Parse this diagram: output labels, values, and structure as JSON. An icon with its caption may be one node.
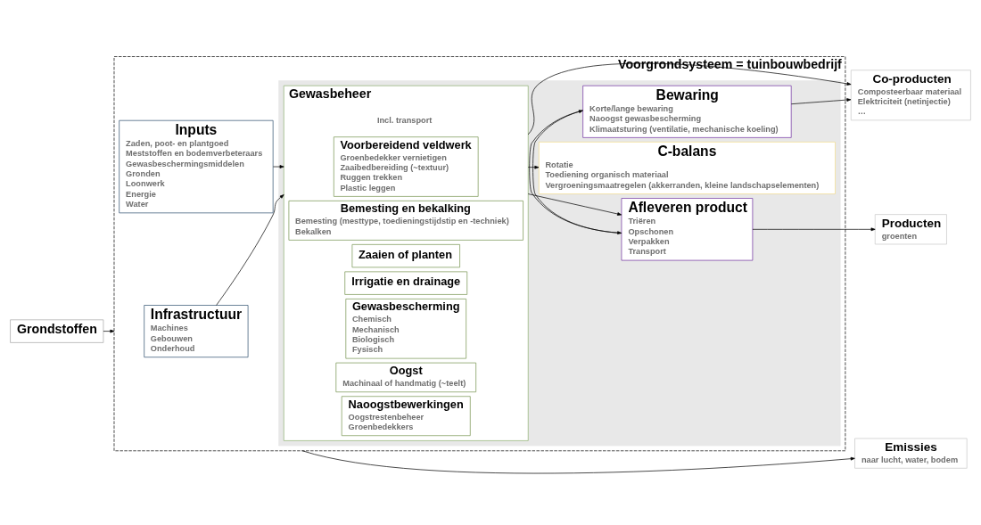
{
  "diagram": {
    "nodes": [
      {
        "text": [
          "Grondstoffen"
        ]
      },
      {
        "text": [
          "Voorgrondsysteem = tuinbouwbedrijf"
        ]
      },
      {
        "text": [
          "Infrastructuur",
          "Machines",
          "Gebouwen",
          "Onderhoud"
        ],
        "in": 1
      },
      {
        "text": [
          "Inputs",
          "Zaden, poot- en plantgoed",
          "Meststoffen en bodemverbeteraars",
          "Gewasbeschermingsmiddelen",
          "Gronden",
          "Loonwerk",
          "Energie",
          "Water"
        ],
        "in": 1
      },
      {
        "text": [],
        "shape": "box",
        "in": 1
      },
      {
        "text": [
          "Gewasbeheer",
          "Incl. transport"
        ],
        "in": 4
      },
      {
        "text": [
          "Voorbereidend veldwerk",
          "Groenbedekker vernietigen",
          "Zaaibedbereiding (~textuur)",
          "Ruggen trekken",
          "Plastic leggen"
        ],
        "in": 5
      },
      {
        "text": [
          "Bemesting en bekalking",
          "Bemesting (mesttype, toedieningstijdstip en -techniek)",
          "Bekalken"
        ],
        "in": 5
      },
      {
        "text": [
          "Zaaien of planten"
        ],
        "in": 5
      },
      {
        "text": [
          "Irrigatie en drainage"
        ],
        "in": 5
      },
      {
        "text": [
          "Gewasbescherming",
          "Chemisch",
          "Mechanisch",
          "Biologisch",
          "Fysisch"
        ],
        "in": 5
      },
      {
        "text": [
          "Oogst",
          "Machinaal of handmatig (~teelt)"
        ],
        "in": 5
      },
      {
        "text": [
          "Naoogstbewerkingen",
          "Oogstrestenbeheer",
          "Groenbedekkers"
        ],
        "in": 5
      },
      {
        "text": [
          "Bewaring",
          "Korte/lange bewaring",
          "Naoogst gewasbescherming",
          "Klimaatsturing (ventilatie, mechanische koeling)"
        ],
        "in": 4
      },
      {
        "text": [
          "Afleveren product",
          "Triëren",
          "Opschonen",
          "Verpakken",
          "Transport"
        ],
        "in": 4
      },
      {
        "text": [
          "C-balans",
          "Rotatie",
          "Toediening organisch materiaal",
          "Vergroeningsmaatregelen (akkerranden, kleine landschapselementen)"
        ],
        "in": 4
      },
      {
        "text": [
          "Co-producten",
          "Composteerbaar materiaal",
          "Elektriciteit (netinjectie)",
          "…"
        ]
      },
      {
        "text": [
          "Producten",
          "groenten"
        ]
      },
      {
        "text": [
          "Emissies",
          "naar lucht, water, bodem"
        ]
      }
    ],
    "edges": [
      {
        "from": 0,
        "to": 1,
        "arrow": "to"
      },
      {
        "from": 2,
        "to": 5,
        "arrow": "to"
      },
      {
        "from": 3,
        "to": 5,
        "arrow": "to"
      },
      {
        "from": 5,
        "to": 16,
        "arrow": "to"
      },
      {
        "from": 5,
        "to": 14,
        "arrow": "to"
      },
      {
        "from": 5,
        "to": 15,
        "arrow": "to"
      },
      {
        "from": 14,
        "to": 13,
        "arrow": "to"
      },
      {
        "from": 13,
        "to": 14,
        "arrow": "to"
      },
      {
        "from": 13,
        "to": 16,
        "arrow": "to"
      },
      {
        "from": 14,
        "to": 17,
        "arrow": "to"
      },
      {
        "from": 1,
        "to": 18,
        "arrow": "to"
      }
    ]
  }
}
